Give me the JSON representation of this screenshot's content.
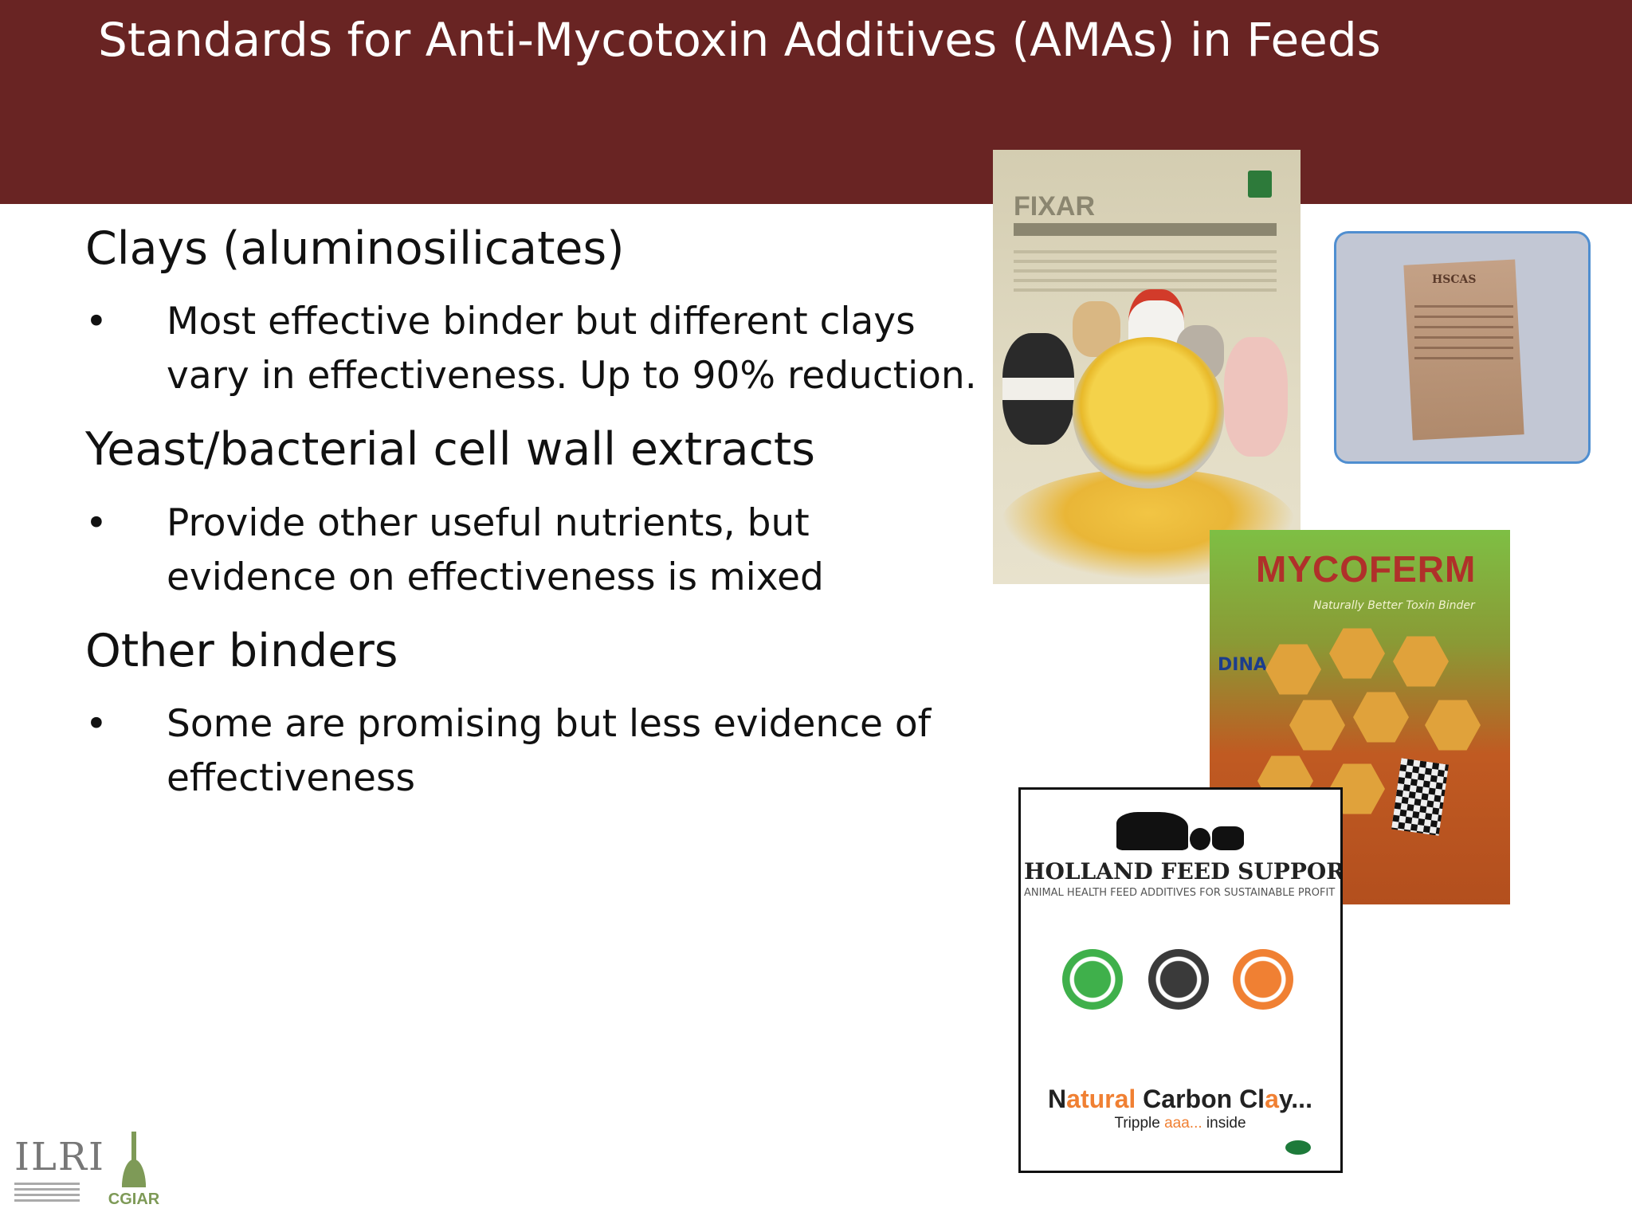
{
  "slide": {
    "title": "Standards for Anti-Mycotoxin Additives (AMAs) in Feeds"
  },
  "sections": [
    {
      "heading": "Clays (aluminosilicates)",
      "bullet": "Most effective binder but different clays vary in effectiveness. Up to 90% reduction."
    },
    {
      "heading": "Yeast/bacterial cell wall extracts",
      "bullet": "Provide other useful nutrients, but evidence on effectiveness is mixed"
    },
    {
      "heading": "Other binders",
      "bullet": "Some are promising but less evidence of effectiveness"
    }
  ],
  "bullet_symbol": "•",
  "products": {
    "fixar": {
      "brand": "FIXAR"
    },
    "hscas": {
      "label": "HSCAS"
    },
    "mycoferm": {
      "title": "MYCOFERM",
      "subtitle": "Naturally Better Toxin Binder",
      "side_letters": "DINA"
    },
    "holland": {
      "name": "HOLLAND FEED SUPPORT",
      "tagline": "ANIMAL HEALTH FEED ADDITIVES FOR SUSTAINABLE PROFIT",
      "product_a": "N",
      "product_b": "atural ",
      "product_c": "C",
      "product_d": "arbon ",
      "product_e": "Cl",
      "product_f": "a",
      "product_g": "y...",
      "tripple_a": "Tripple ",
      "tripple_b": "aaa...",
      "tripple_c": " inside"
    }
  },
  "logos": {
    "ilri": "ILRI",
    "cgiar": "CGIAR"
  },
  "colors": {
    "header_bg": "#692423",
    "title_text": "#ffffff",
    "accent_orange": "#f08033"
  }
}
